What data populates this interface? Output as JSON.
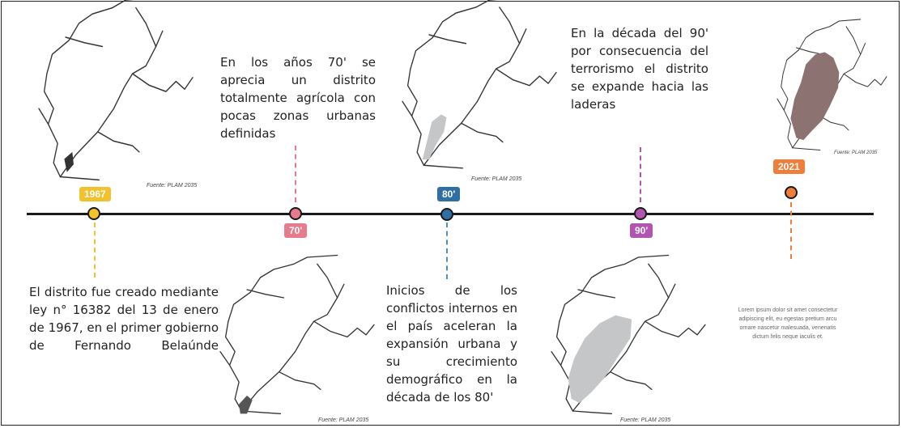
{
  "colors": {
    "e1967": "#f2c12e",
    "e70": "#e77a8c",
    "e80": "#2f6fa3",
    "e90": "#b354b0",
    "e2021": "#ef7e3a",
    "urban_1967": "#333333",
    "urban_70": "#555555",
    "urban_80": "#c4c6c7",
    "urban_90": "#c4c6c7",
    "urban_2021": "#8c7270"
  },
  "events": {
    "e1967": {
      "label": "1967",
      "text": "El distrito fue creado mediante ley n° 16382 del 13 de enero de 1967, en el primer gobierno de Fernando Belaúnde",
      "source": "Fuente: PLAM 2035"
    },
    "e70": {
      "label": "70'",
      "text": "En los años 70' se aprecia un distrito totalmente agrícola con pocas zonas urbanas definidas",
      "source": "Fuente: PLAM 2035"
    },
    "e80": {
      "label": "80'",
      "text": "Inicios de los conflictos internos en el país aceleran la expansión urbana y su crecimiento demográfico en la década de los 80'",
      "source": "Fuente: PLAM 2035"
    },
    "e90": {
      "label": "90'",
      "text": "En la década del 90' por consecuencia del terrorismo el distrito se expande hacia las laderas",
      "source": "Fuente: PLAM 2035"
    },
    "e2021": {
      "label": "2021",
      "text": "Lorem ipsum dolor sit amet consectetur adipiscing elit, eu egestas pretium arcu ornare nascetur malesuada, venenatis dictum felis neque iaculis et.",
      "source": "Fuente: PLAM 2035"
    }
  }
}
